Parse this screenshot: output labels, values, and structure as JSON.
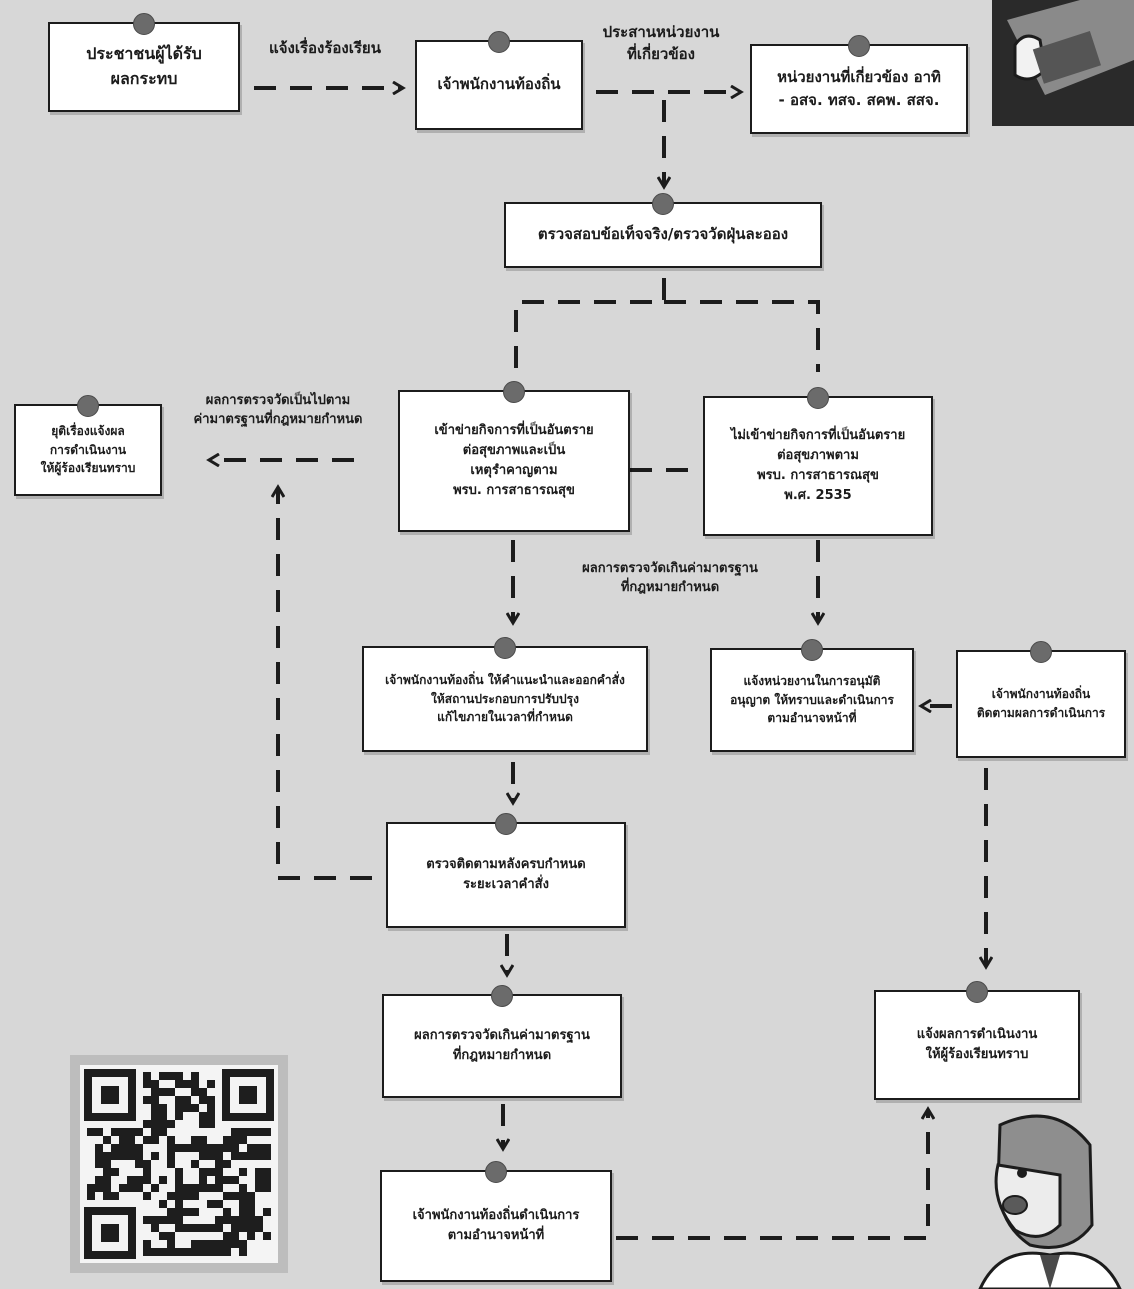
{
  "nodes": {
    "affected_public": "ประชาชนผู้ได้รับ\nผลกระทบ",
    "local_officer": "เจ้าพนักงานท้องถิ่น",
    "related_agencies": "หน่วยงานที่เกี่ยวข้อง อาทิ\n- อสจ. ทสจ. สคพ. สสจ.",
    "inspect": "ตรวจสอบข้อเท็จจริง/ตรวจวัดฝุ่นละออง",
    "hazard_yes": "เข้าข่ายกิจการที่เป็นอันตราย\nต่อสุขภาพและเป็น\nเหตุรำคาญตาม\nพรบ. การสาธารณสุข",
    "hazard_no": "ไม่เข้าข่ายกิจการที่เป็นอันตราย\nต่อสุขภาพตาม\nพรบ. การสาธารณสุข\nพ.ศ. 2535",
    "end_notify": "ยุติเรื่องแจ้งผล\nการดำเนินงาน\nให้ผู้ร้องเรียนทราบ",
    "officer_order": "เจ้าพนักงานท้องถิ่น ให้คำแนะนำและออกคำสั่ง\nให้สถานประกอบการปรับปรุง\nแก้ไขภายในเวลาที่กำหนด",
    "notify_permit_agency": "แจ้งหน่วยงานในการอนุมัติ\nอนุญาต ให้ทราบและดำเนินการ\nตามอำนาจหน้าที่",
    "officer_follow": "เจ้าพนักงานท้องถิ่น\nติดตามผลการดำเนินการ",
    "recheck": "ตรวจติดตามหลังครบกำหนด\nระยะเวลาคำสั่ง",
    "exceed_result": "ผลการตรวจวัดเกินค่ามาตรฐาน\nที่กฎหมายกำหนด",
    "officer_act": "เจ้าพนักงานท้องถิ่นดำเนินการ\nตามอำนาจหน้าที่",
    "notify_result": "แจ้งผลการดำเนินงาน\nให้ผู้ร้องเรียนทราบ"
  },
  "edge_labels": {
    "report_complaint": "แจ้งเรื่องร้องเรียน",
    "coordinate": "ประสานหน่วยงาน\nที่เกี่ยวข้อง",
    "within_standard": "ผลการตรวจวัดเป็นไปตาม\nค่ามาตรฐานที่กฎหมายกำหนด",
    "over_standard": "ผลการตรวจวัดเกินค่ามาตรฐาน\nที่กฎหมายกำหนด"
  },
  "colors": {
    "background": "#d7d7d7",
    "box_fill": "#ffffff",
    "line": "#1c1c1c",
    "dot": "#6b6b6b"
  },
  "icons": [
    "qr-code-icon",
    "person-with-folder-icon",
    "speaking-person-icon"
  ]
}
